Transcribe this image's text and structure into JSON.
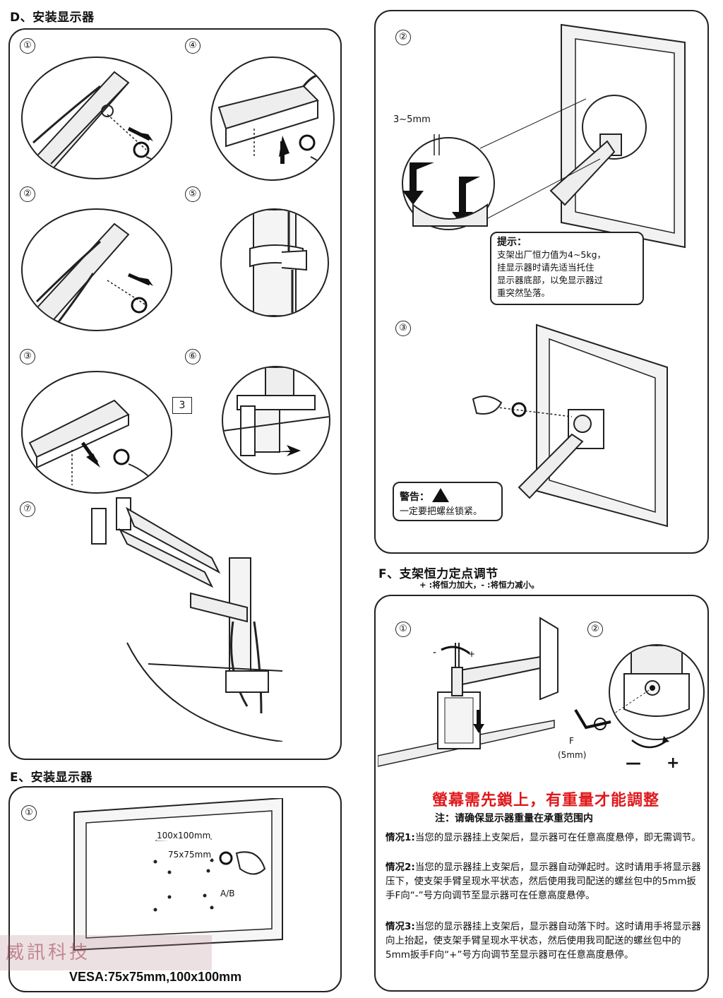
{
  "sections": {
    "d_title": "D、安装显示器",
    "e_title": "E、安装显示器",
    "f_title": "F、支架恒力定点调节",
    "f_subtitle": "+ :将恒力加大，- :将恒力减小。"
  },
  "step_numbers": [
    "①",
    "②",
    "③",
    "④",
    "⑤",
    "⑥",
    "⑦"
  ],
  "d_panel": {
    "label_box": "3"
  },
  "e_panel": {
    "dim_100": "100x100mm",
    "dim_75": "75x75mm",
    "screw_label": "A/B",
    "vesa": "VESA:75x75mm,100x100mm"
  },
  "right_top": {
    "gap_label": "3~5mm",
    "tip_title": "提示：",
    "tip_lines": [
      "支架出厂恒力值为4~5kg，",
      "挂显示器时请先适当托住",
      "显示器底部，以免显示器过",
      "重突然坠落。"
    ],
    "warn_title": "警告：",
    "warn_text": "一定要把螺丝锁紧。"
  },
  "f_panel": {
    "wrench_label": "F",
    "wrench_size": "(5mm)",
    "minus": "—",
    "plus": "+",
    "red_note": "螢幕需先鎖上，有重量才能調整",
    "note_title": "注：请确保显示器重量在承重范围内",
    "cases": [
      {
        "label": "情况1:",
        "text": "当您的显示器挂上支架后，显示器可在任意高度悬停，即无需调节。"
      },
      {
        "label": "情况2:",
        "text": "当您的显示器挂上支架后，显示器自动弹起时。这时请用手将显示器压下，使支架手臂呈现水平状态，然后使用我司配送的螺丝包中的5mm扳手F向“-”号方向调节至显示器可在任意高度悬停。"
      },
      {
        "label": "情况3:",
        "text": "当您的显示器挂上支架后，显示器自动落下时。这时请用手将显示器向上抬起，使支架手臂呈现水平状态，然后使用我司配送的螺丝包中的5mm扳手F向“+”号方向调节至显示器可在任意高度悬停。"
      }
    ]
  },
  "watermark": "威訊科技"
}
